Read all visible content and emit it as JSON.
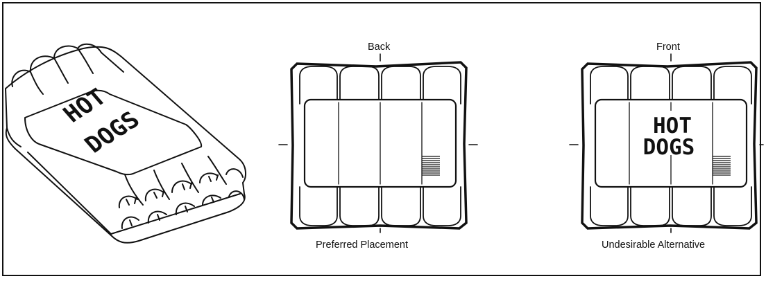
{
  "package_text": {
    "line1": "HOT",
    "line2": "DOGS"
  },
  "back_panel": {
    "top_label": "Back",
    "caption": "Preferred Placement"
  },
  "front_panel": {
    "top_label": "Front",
    "caption": "Undesirable Alternative"
  },
  "colors": {
    "ink": "#111111",
    "paper": "#ffffff"
  }
}
